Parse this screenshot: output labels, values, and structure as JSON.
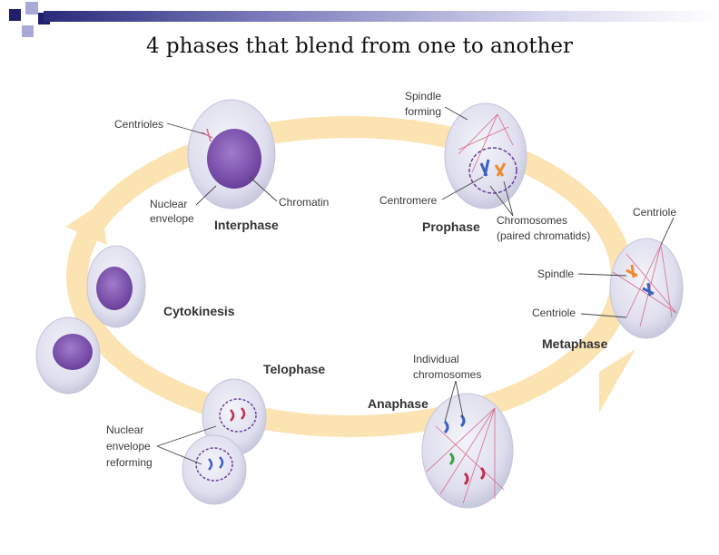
{
  "title": "4 phases that blend from one to another",
  "colors": {
    "arrow": "#fbe3b2",
    "cell_fill": "#e2e2f0",
    "cell_edge": "#c4c4dc",
    "nucleus": "#8c64b8",
    "nucleus_dark": "#6a3f9c",
    "spindle": "#d86a8a",
    "corner_dark": "#1f1f6b",
    "corner_light": "#a9a9d6"
  },
  "labels": {
    "centrioles": "Centrioles",
    "nuclear_line1": "Nuclear",
    "nuclear_line2": "envelope",
    "chromatin": "Chromatin",
    "spindle_forming_line1": "Spindle",
    "spindle_forming_line2": "forming",
    "centromere": "Centromere",
    "chromosomes_line1": "Chromosomes",
    "chromosomes_line2": "(paired chromatids)",
    "centriole_top": "Centriole",
    "spindle": "Spindle",
    "centriole_bottom": "Centriole",
    "individual_line1": "Individual",
    "individual_line2": "chromosomes",
    "reform_line1": "Nuclear",
    "reform_line2": "envelope",
    "reform_line3": "reforming"
  },
  "phases": {
    "interphase": "Interphase",
    "prophase": "Prophase",
    "metaphase": "Metaphase",
    "anaphase": "Anaphase",
    "telophase": "Telophase",
    "cytokinesis": "Cytokinesis"
  }
}
